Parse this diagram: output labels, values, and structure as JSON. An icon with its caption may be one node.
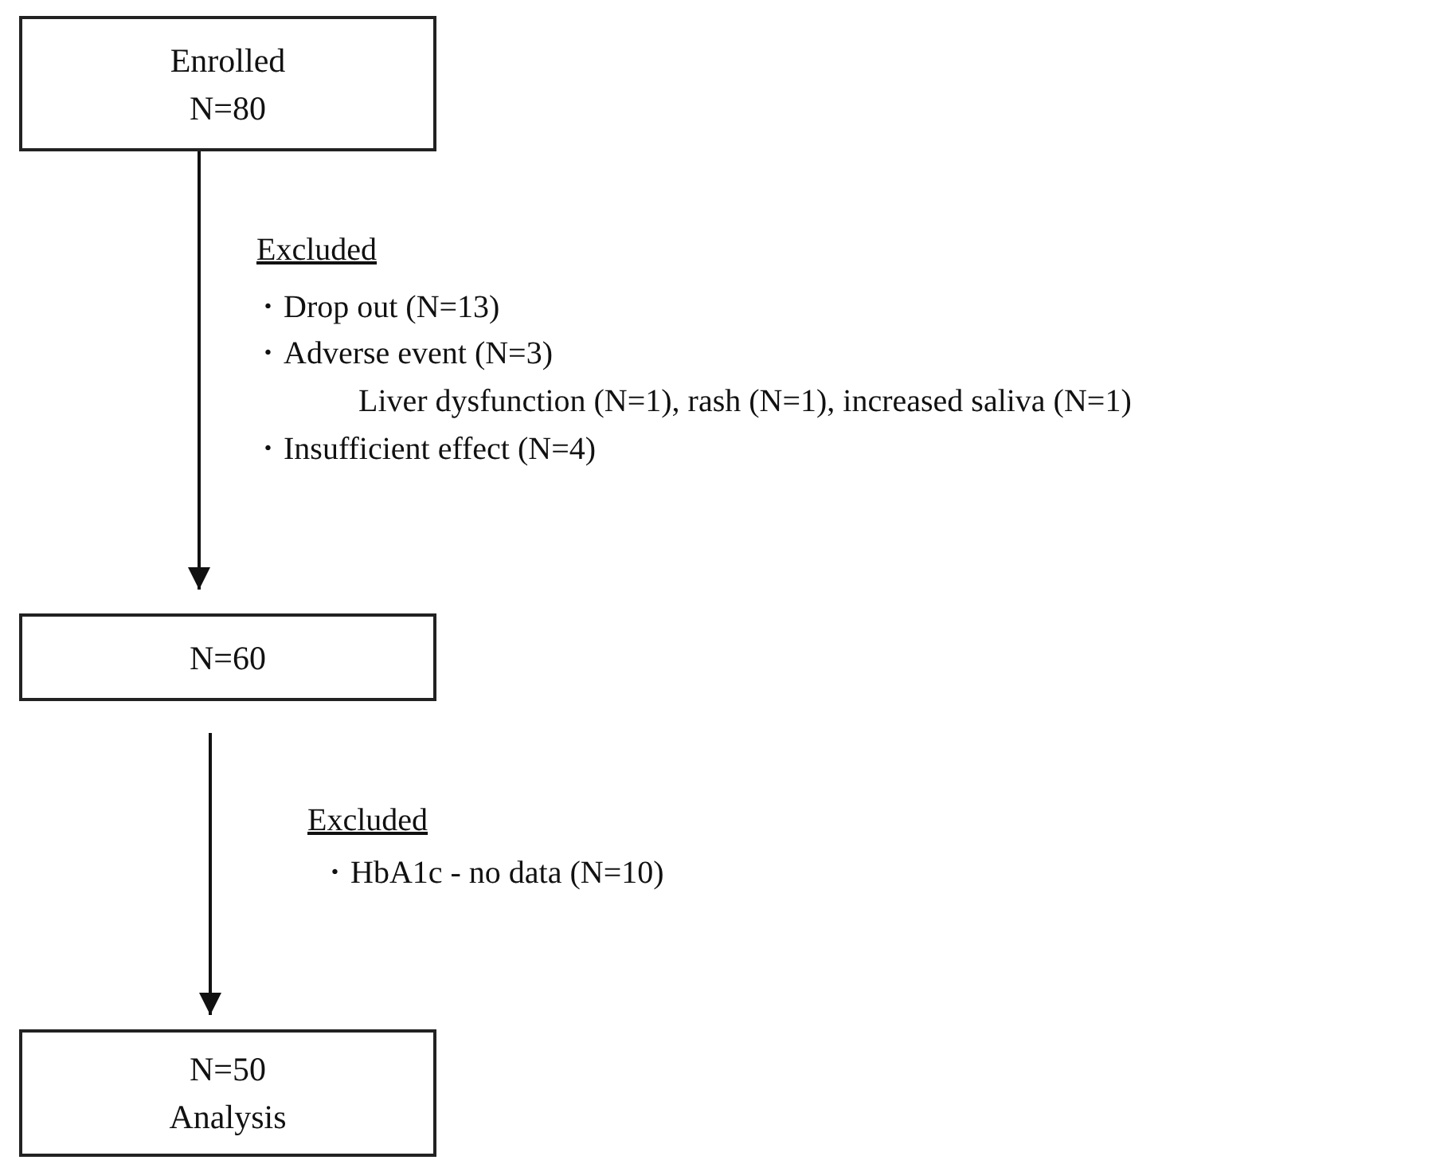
{
  "diagram": {
    "nodes": [
      {
        "text": [
          "Enrolled",
          "N=80"
        ]
      },
      {
        "text": [
          "N=60"
        ]
      },
      {
        "text": [
          "N=50",
          "Analysis"
        ]
      }
    ],
    "edges": [
      {
        "from": 0,
        "to": 1,
        "arrow": "to"
      },
      {
        "from": 1,
        "to": 2,
        "arrow": "to"
      }
    ],
    "labels": [
      "Excluded",
      "・Drop out (N=13)",
      "・Adverse event (N=3)",
      "Liver dysfunction (N=1), rash (N=1), increased saliva (N=1)",
      "・Insufficient effect (N=4)",
      "Excluded",
      "・HbA1c - no data (N=10)"
    ]
  }
}
